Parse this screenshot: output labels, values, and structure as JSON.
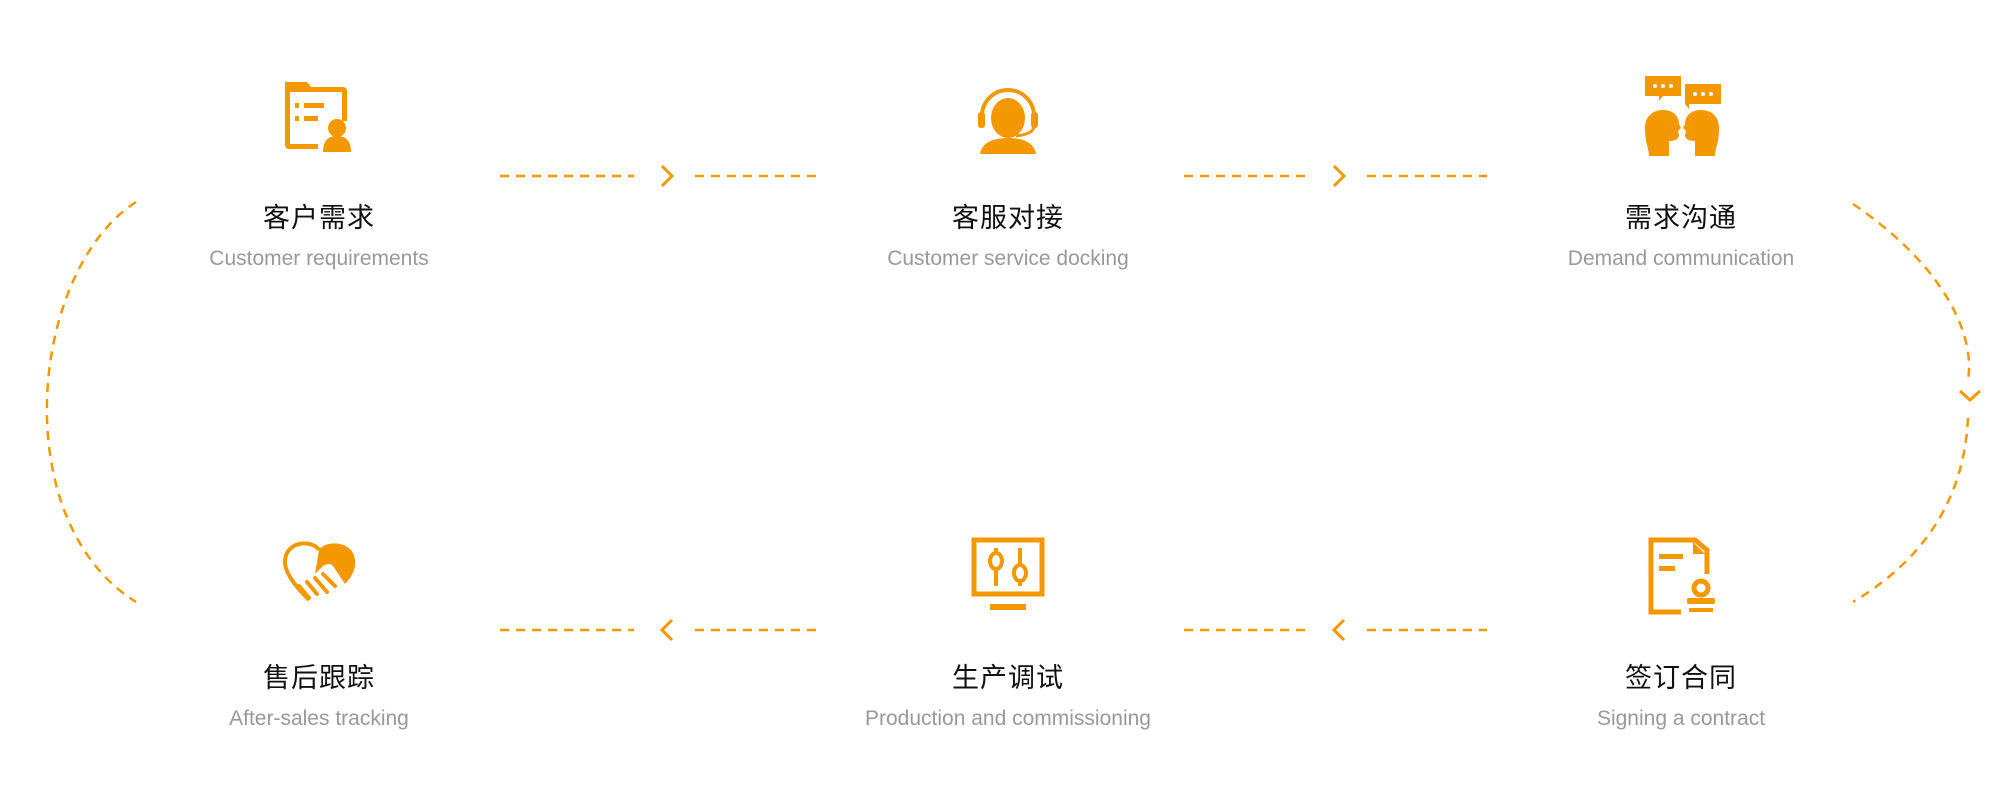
{
  "accent_color": "#f39800",
  "steps": [
    {
      "title": "客户需求",
      "subtitle": "Customer requirements",
      "icon": "customer-file-icon"
    },
    {
      "title": "客服对接",
      "subtitle": "Customer service docking",
      "icon": "headset-agent-icon"
    },
    {
      "title": "需求沟通",
      "subtitle": "Demand communication",
      "icon": "conversation-icon"
    },
    {
      "title": "售后跟踪",
      "subtitle": "After-sales tracking",
      "icon": "handshake-heart-icon"
    },
    {
      "title": "生产调试",
      "subtitle": "Production and commissioning",
      "icon": "control-panel-icon"
    },
    {
      "title": "签订合同",
      "subtitle": "Signing a contract",
      "icon": "contract-stamp-icon"
    }
  ]
}
